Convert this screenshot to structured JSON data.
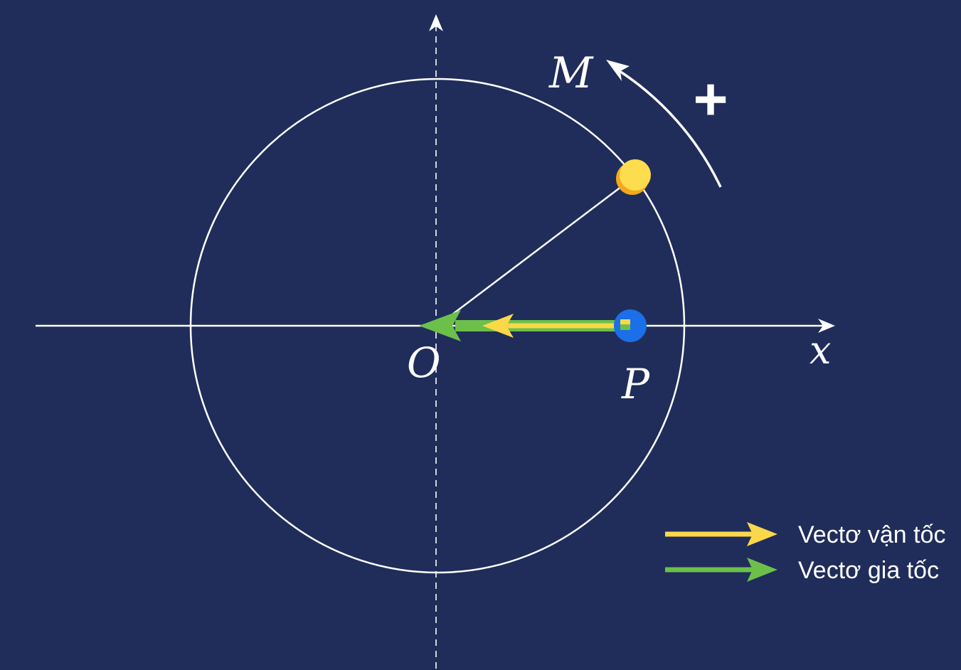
{
  "diagram": {
    "labels": {
      "point_m": "M",
      "point_o": "O",
      "point_p": "P",
      "axis_x": "x",
      "direction_sign": "+"
    },
    "legend": [
      {
        "label": "Vectơ vận tốc",
        "color": "#fbd84a"
      },
      {
        "label": "Vectơ gia tốc",
        "color": "#6cc04a"
      }
    ],
    "colors": {
      "background": "#202d5a",
      "line": "#ffffff",
      "velocity": "#fbd84a",
      "acceleration": "#6cc04a",
      "point_m": "#fbd84a",
      "point_p": "#1b6fe8"
    }
  }
}
